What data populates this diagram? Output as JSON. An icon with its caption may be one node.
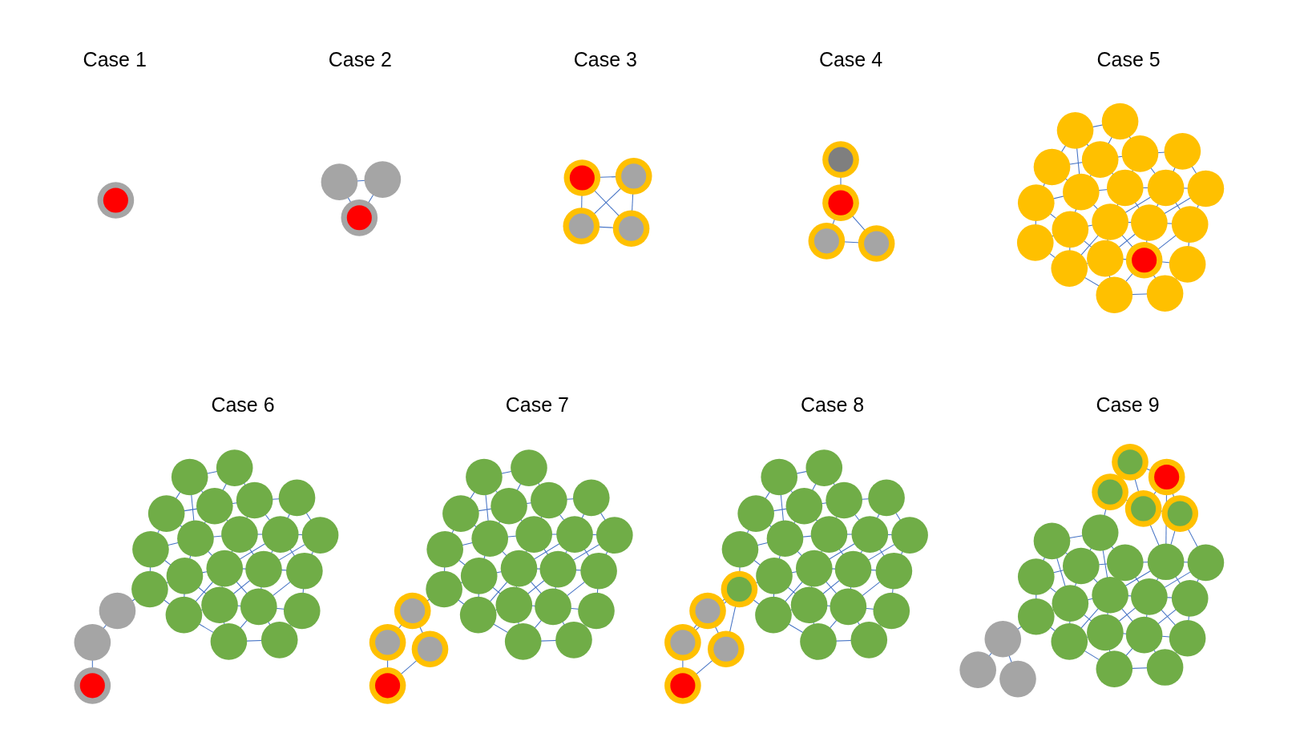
{
  "diagram": {
    "labels": [
      "Case 1",
      "Case 2",
      "Case 3",
      "Case 4",
      "Case 5",
      "Case 6",
      "Case 7",
      "Case 8",
      "Case 9"
    ]
  }
}
